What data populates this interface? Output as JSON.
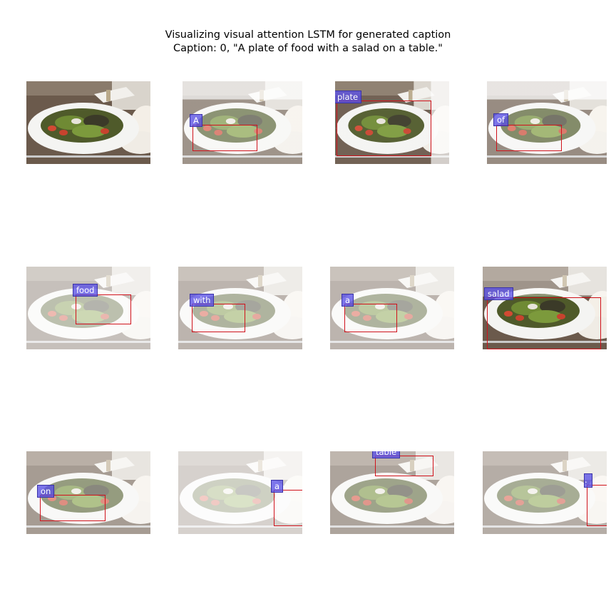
{
  "title": {
    "line1": "Visualizing visual attention LSTM for generated caption",
    "line2": "Caption: 0, \"A plate of food with a salad on a table.\""
  },
  "panels": [
    {
      "word": ""
    },
    {
      "word": "A"
    },
    {
      "word": "plate"
    },
    {
      "word": "of"
    },
    {
      "word": "food"
    },
    {
      "word": "with"
    },
    {
      "word": "a"
    },
    {
      "word": "salad"
    },
    {
      "word": "on"
    },
    {
      "word": "a"
    },
    {
      "word": "table"
    },
    {
      "word": "."
    }
  ],
  "colors": {
    "box": "#d0121b",
    "label_bg": "#5850e6"
  }
}
